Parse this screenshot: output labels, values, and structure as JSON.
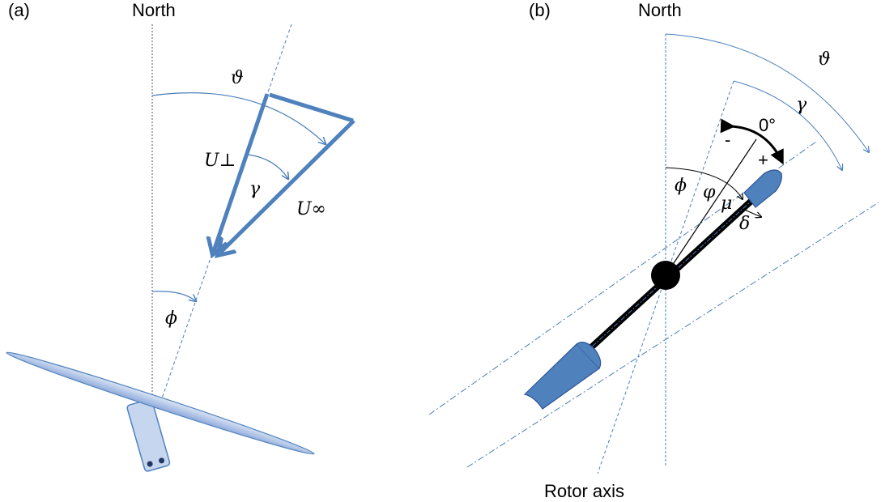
{
  "panel_a": {
    "tag": "(a)",
    "north": "North",
    "theta": "ϑ",
    "gamma": "γ",
    "phi": "ϕ",
    "u_perp": "U⊥",
    "u_inf": "U∞"
  },
  "panel_b": {
    "tag": "(b)",
    "north": "North",
    "theta": "ϑ",
    "gamma": "γ",
    "phi": "ϕ",
    "varphi": "φ",
    "mu": "μ",
    "delta": "δ",
    "zero": "0°",
    "minus": "-",
    "plus": "+",
    "rotor_axis": "Rotor axis"
  },
  "colors": {
    "accent": "#4a7ebb",
    "fill": "#4f81bd"
  }
}
